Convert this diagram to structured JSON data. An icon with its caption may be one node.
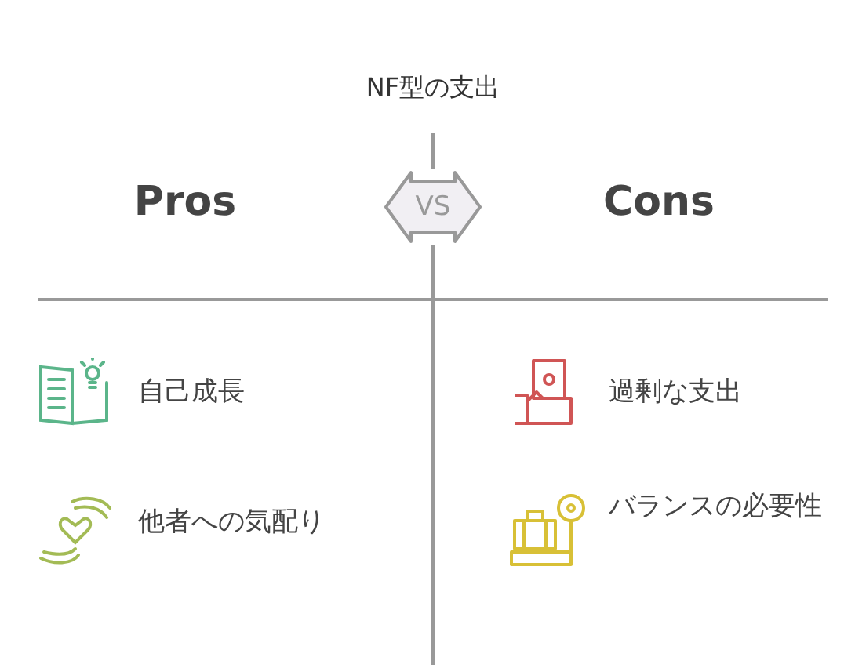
{
  "diagram": {
    "title": "NF型の支出",
    "nodes": [
      {
        "text": [
          "VS"
        ]
      }
    ],
    "labels": [
      "Pros",
      "Cons",
      "自己成長",
      "過剰な支出",
      "他者への気配り",
      "バランスの必要性"
    ]
  }
}
